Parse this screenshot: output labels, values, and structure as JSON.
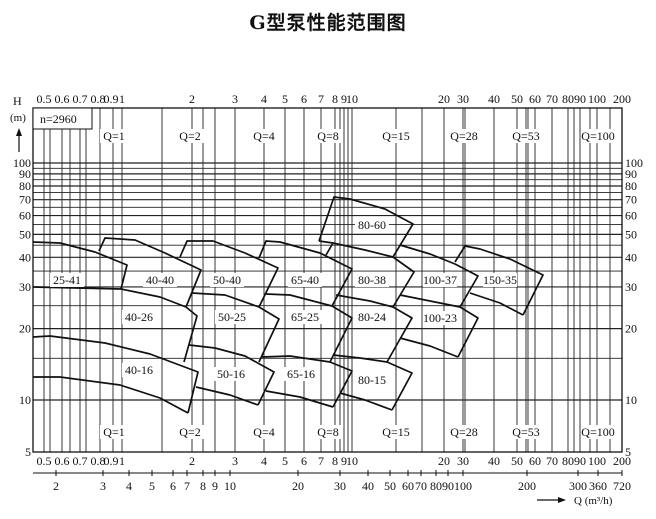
{
  "title": "G型泵性能范围图",
  "chart_data": {
    "type": "diagram",
    "title": "G型泵性能范围图",
    "speed_label": "n=2960",
    "ylabel": "H",
    "yunit": "(m)",
    "xlabel": "Q (m³/h)",
    "y_ticks": [
      "100",
      "90",
      "80",
      "70",
      "60",
      "50",
      "40",
      "30",
      "20",
      "10",
      "5"
    ],
    "top_ticks": [
      "0.5",
      "0.6",
      "0.7",
      "0.8",
      "0.9",
      "1",
      "2",
      "3",
      "4",
      "5",
      "6",
      "7",
      "8",
      "9",
      "10",
      "20",
      "30",
      "40",
      "50",
      "60",
      "70",
      "80",
      "90",
      "100",
      "200"
    ],
    "bottom_ticks_m3h": [
      "2",
      "3",
      "4",
      "5",
      "6",
      "7",
      "8",
      "9",
      "10",
      "20",
      "30",
      "40",
      "50",
      "60",
      "70",
      "80",
      "90",
      "100",
      "200",
      "300",
      "360",
      "720"
    ],
    "q_markers": [
      "Q=1",
      "Q=2",
      "Q=4",
      "Q=8",
      "Q=15",
      "Q=28",
      "Q=53",
      "Q=100"
    ],
    "models": [
      "25-41",
      "40-40",
      "50-40",
      "65-40",
      "80-60",
      "80-38",
      "100-37",
      "150-35",
      "40-26",
      "50-25",
      "65-25",
      "80-24",
      "100-23",
      "40-16",
      "50-16",
      "65-16",
      "80-15"
    ]
  }
}
